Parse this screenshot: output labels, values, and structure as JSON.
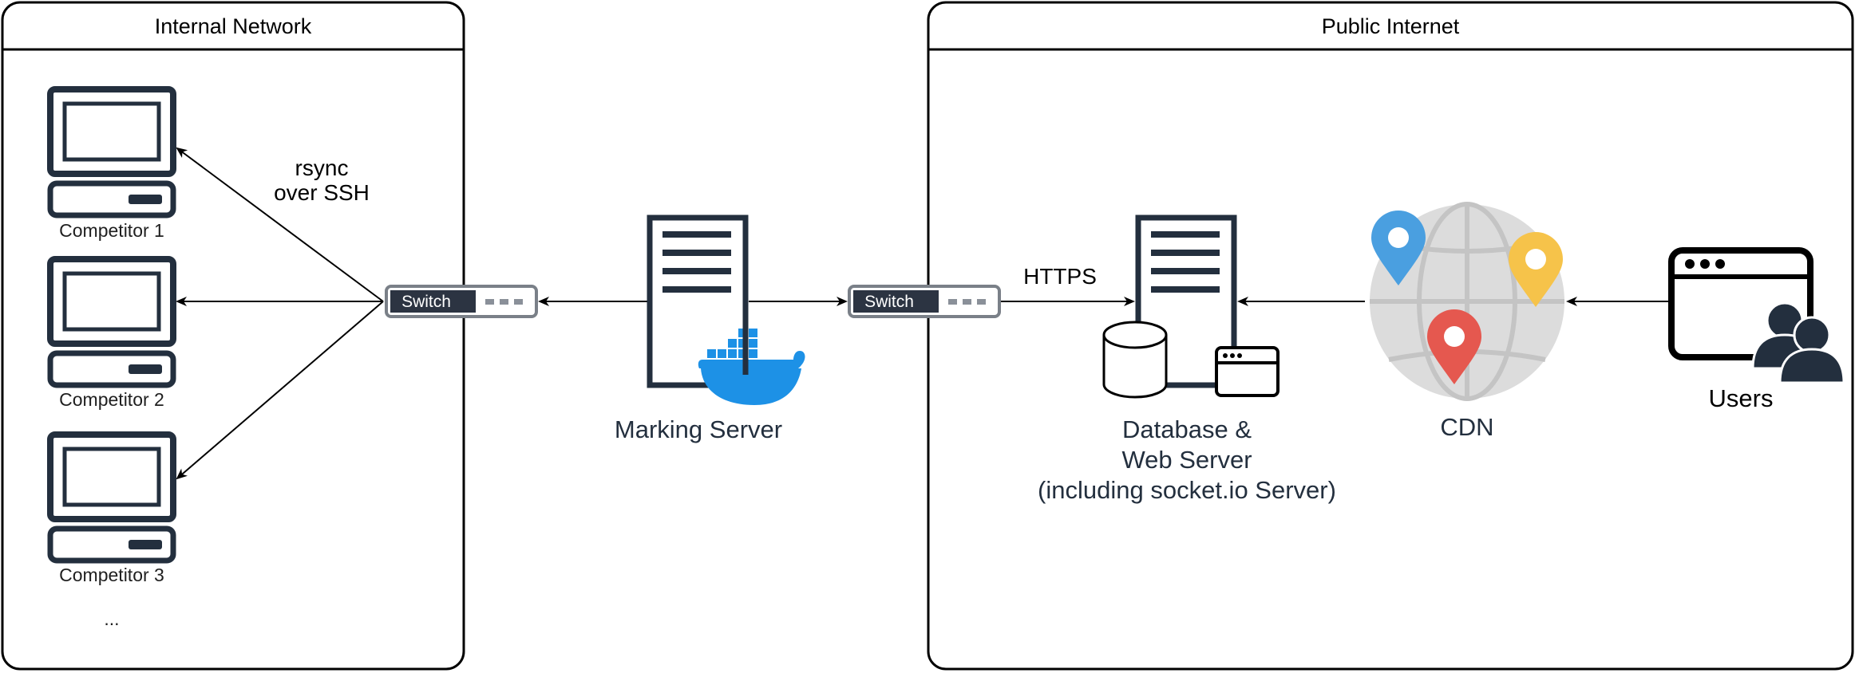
{
  "panels": {
    "internal": {
      "title": "Internal Network"
    },
    "public": {
      "title": "Public Internet"
    }
  },
  "competitors": {
    "items": [
      {
        "label": "Competitor 1"
      },
      {
        "label": "Competitor 2"
      },
      {
        "label": "Competitor 3"
      }
    ],
    "more": "..."
  },
  "labels": {
    "rsync_line1": "rsync",
    "rsync_line2": "over SSH",
    "https": "HTTPS"
  },
  "switches": {
    "left": "Switch",
    "right": "Switch"
  },
  "nodes": {
    "marking_server": "Marking Server",
    "db_line1": "Database &",
    "db_line2": "Web Server",
    "db_line3": "(including socket.io Server)",
    "cdn": "CDN",
    "users": "Users"
  },
  "colors": {
    "icon_dark": "#232f3e",
    "docker_blue": "#1d91e6",
    "pin_blue": "#4a9fe0",
    "pin_yellow": "#f6c34a",
    "pin_red": "#e5584f",
    "globe_gray": "#dcdcdc",
    "switch_dark": "#2c3442",
    "switch_border": "#7a8088"
  },
  "icons": [
    "computer-icon",
    "network-switch-icon",
    "server-icon",
    "docker-whale-icon",
    "database-icon",
    "browser-window-icon",
    "globe-icon",
    "map-pin-icon",
    "users-icon"
  ]
}
